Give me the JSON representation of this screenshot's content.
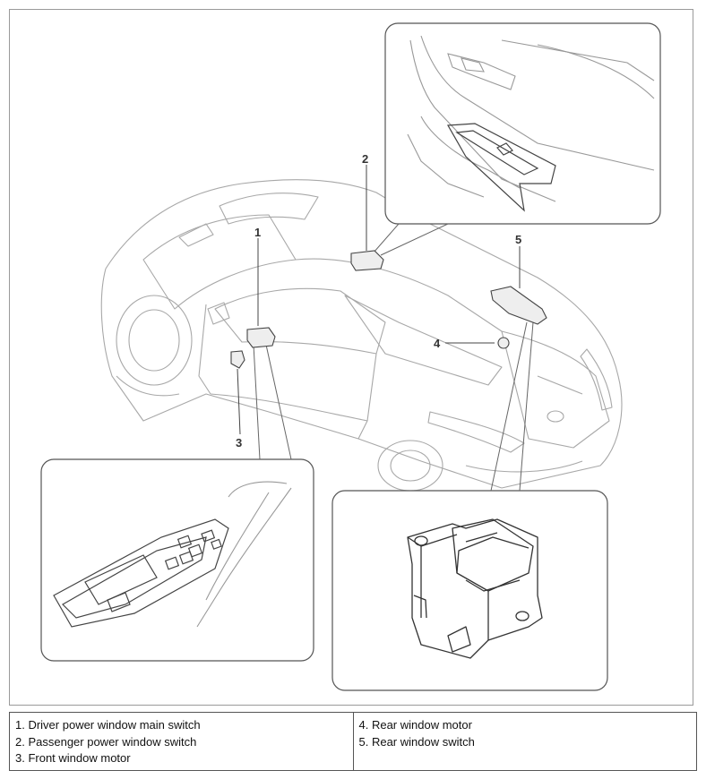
{
  "callouts": {
    "c1": "1",
    "c2": "2",
    "c3": "3",
    "c4": "4",
    "c5": "5"
  },
  "legend": {
    "left": [
      "1. Driver power window main switch",
      "2. Passenger power window switch",
      "3. Front window motor"
    ],
    "right": [
      "4. Rear window motor",
      "5. Rear window switch"
    ]
  },
  "colors": {
    "line": "#8a8a8a",
    "ink": "#333333",
    "part": "#5a5a5a"
  }
}
